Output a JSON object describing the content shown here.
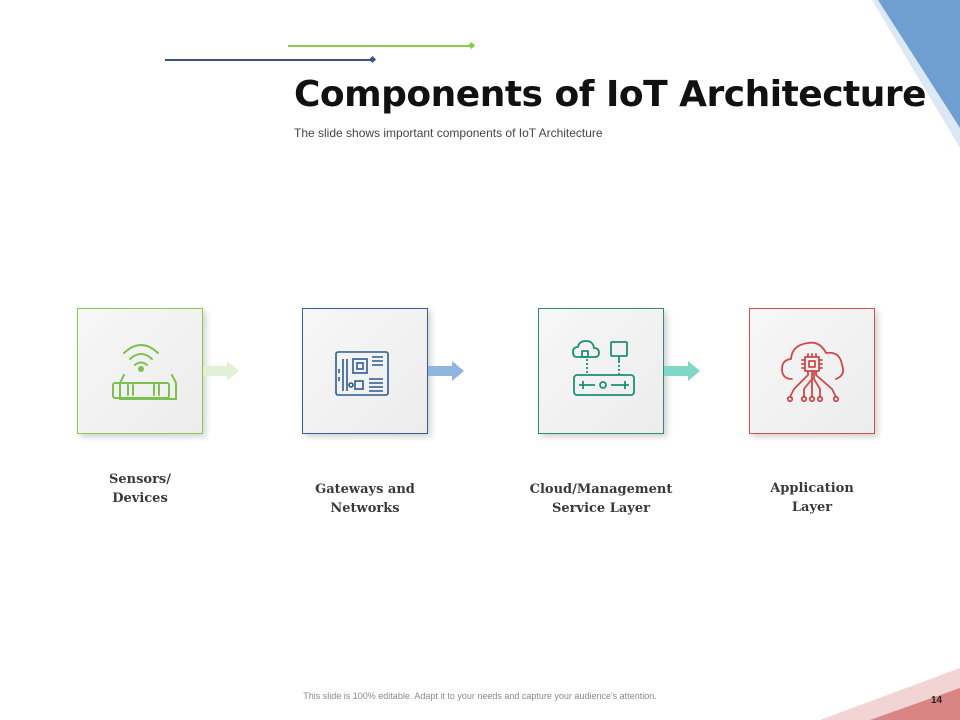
{
  "slide": {
    "title": "Components of IoT Architecture",
    "subtitle": "The slide shows important components of IoT Architecture",
    "footer": "This slide is 100% editable. Adapt it to your needs and capture your audience's attention.",
    "page_number": "14"
  },
  "components": [
    {
      "label_line1": "Sensors/",
      "label_line2": "Devices",
      "icon": "wifi-router-icon",
      "color": "#7cc04f"
    },
    {
      "label_line1": "Gateways and",
      "label_line2": "Networks",
      "icon": "circuit-board-icon",
      "color": "#2e5b8e"
    },
    {
      "label_line1": "Cloud/Management",
      "label_line2": "Service Layer",
      "icon": "cloud-server-icon",
      "color": "#1e8f78"
    },
    {
      "label_line1": "Application",
      "label_line2": "Layer",
      "icon": "cloud-chip-icon",
      "color": "#d04a4a"
    }
  ],
  "colors": {
    "accent_green": "#8cc94f",
    "accent_navy": "#3a5583",
    "accent_blue": "#6d9fd1",
    "accent_red": "#d98080"
  }
}
